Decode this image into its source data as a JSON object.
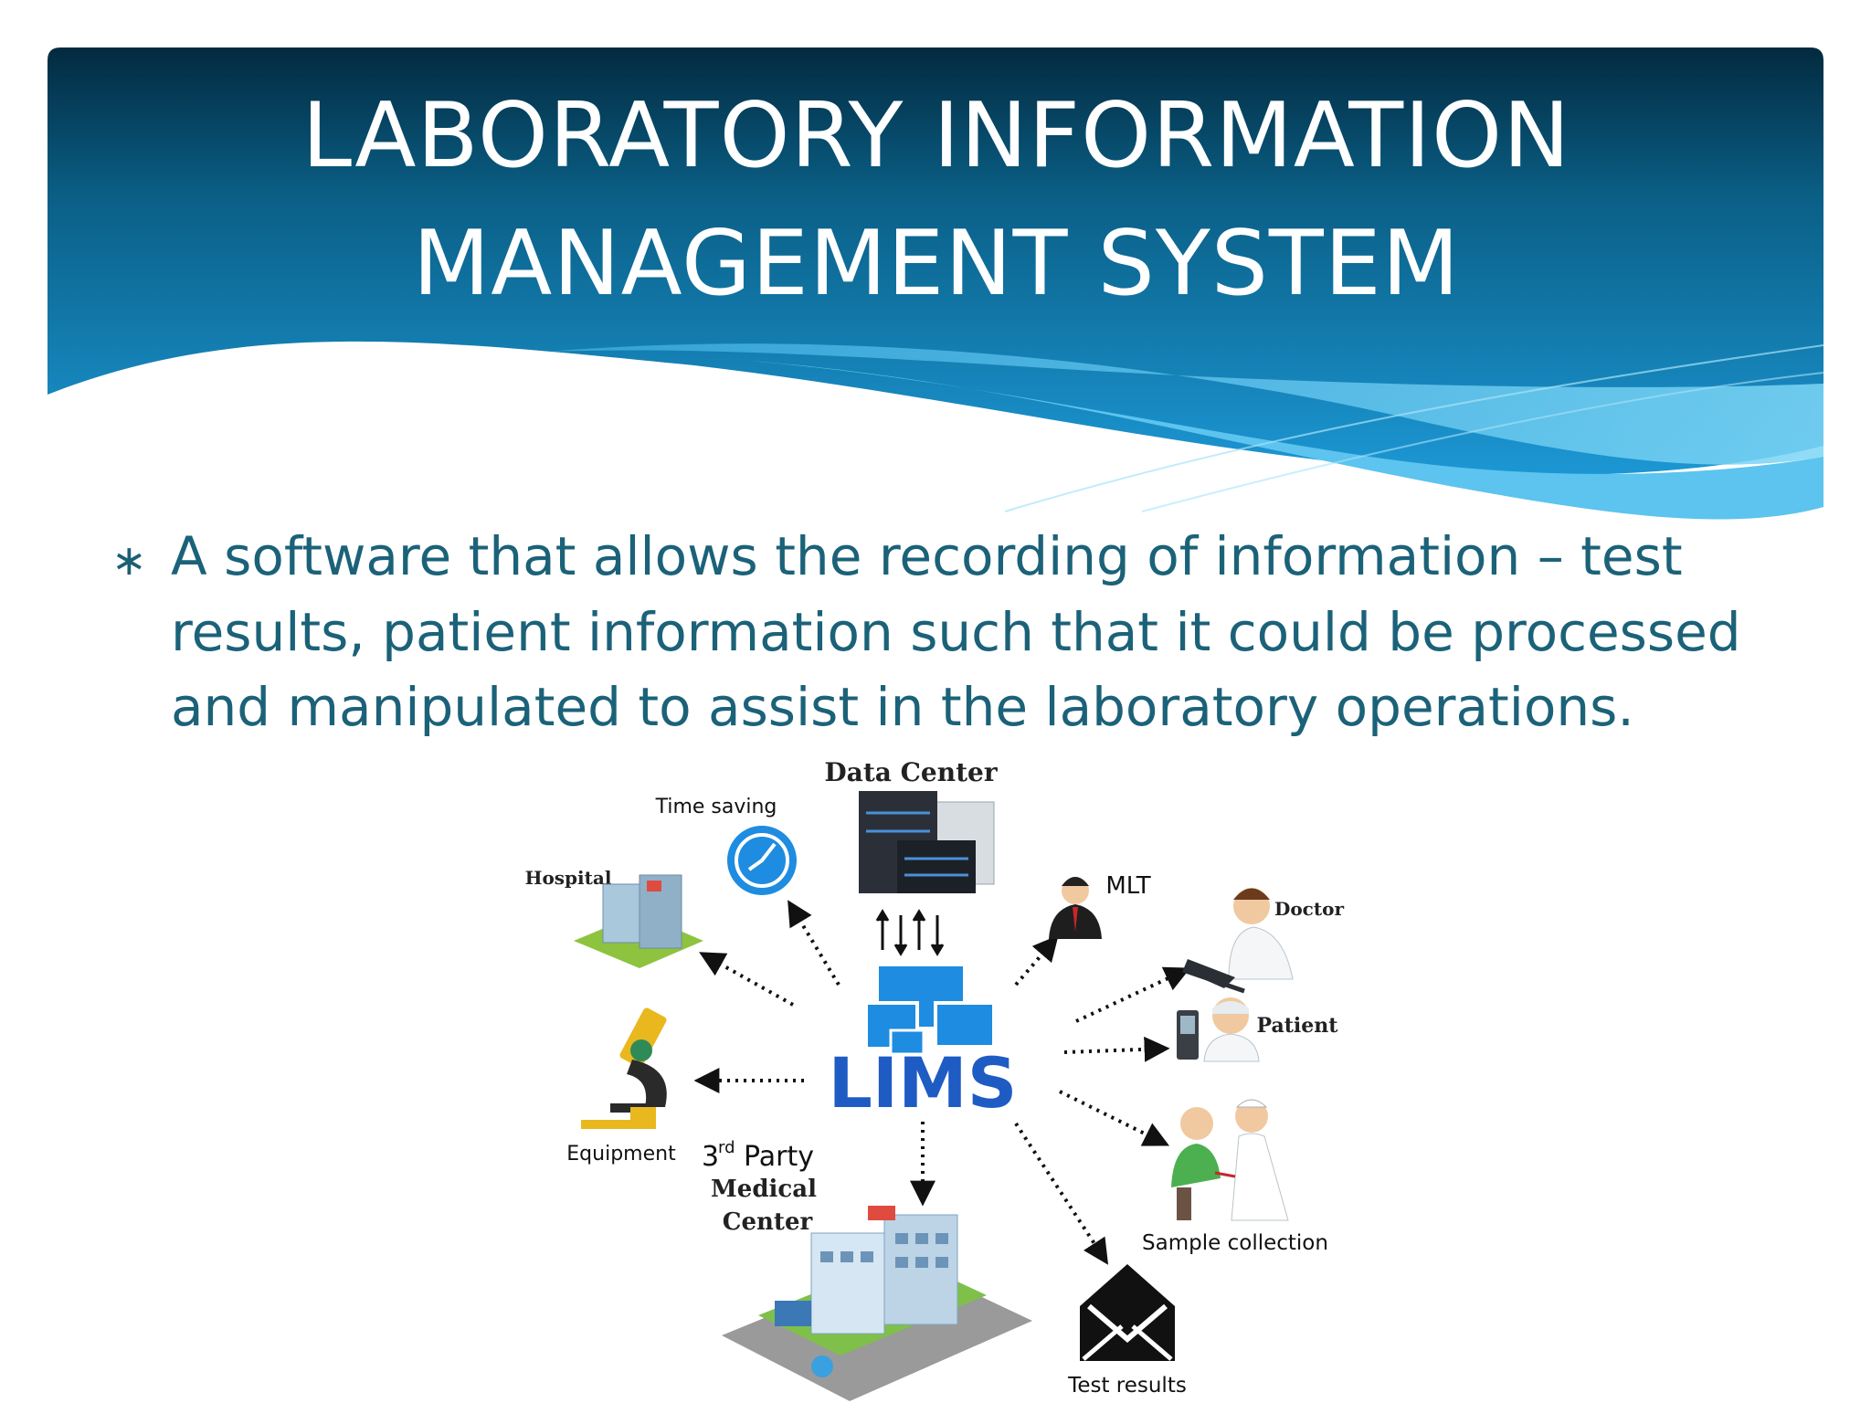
{
  "slide": {
    "title_line1": "LABORATORY INFORMATION",
    "title_line2": "MANAGEMENT SYSTEM",
    "bullet_symbol": "∗",
    "bullet_lines": [
      "A software that allows the recording of information – test",
      "results, patient information such that it could be processed",
      "and manipulated to assist in the laboratory operations."
    ],
    "colors": {
      "header_dark": "#032f45",
      "header_light": "#1b8fc8",
      "wave_light": "#63c8ef",
      "body_text": "#1b6279",
      "lims_blue": "#1e5cc4"
    }
  },
  "diagram": {
    "center": "LIMS",
    "nodes": {
      "data_center": "Data Center",
      "time_saving": "Time saving",
      "hospital": "Hospital",
      "mlt": "MLT",
      "doctor": "Doctor",
      "patient": "Patient",
      "equipment": "Equipment",
      "third_party_sup": "rd",
      "third_party_3": "3",
      "third_party_l1": "Party",
      "third_party_l2": "Medical",
      "third_party_l3": "Center",
      "sample_collection": "Sample collection",
      "test_results": "Test results"
    }
  }
}
